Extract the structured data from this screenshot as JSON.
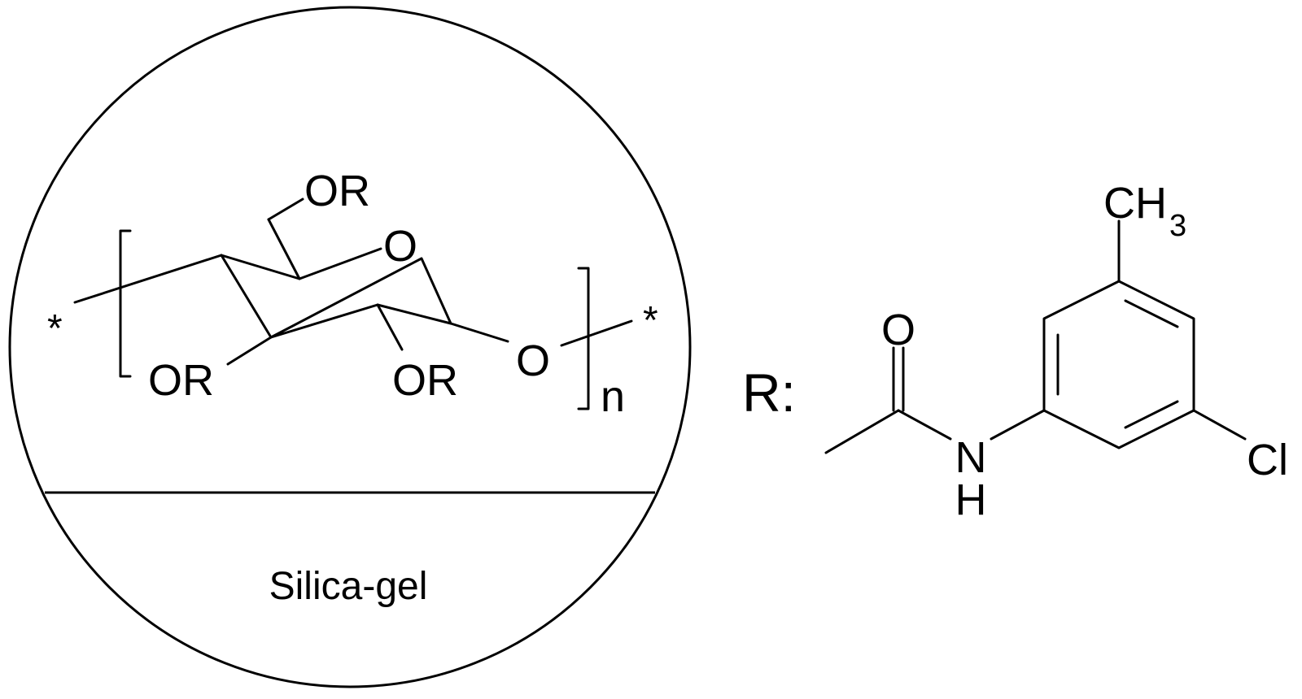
{
  "colors": {
    "stroke": "#000000",
    "background": "#ffffff"
  },
  "support": {
    "label": "Silica-gel"
  },
  "polymer": {
    "end_group": "*",
    "substituent": "OR",
    "ring_oxygen": "O",
    "linkage_oxygen": "O",
    "repeat_subscript": "n"
  },
  "r_group": {
    "label": "R:",
    "carbonyl_oxygen": "O",
    "amide_nitrogen": "N",
    "amide_hydrogen": "H",
    "methyl": "CH",
    "methyl_subscript": "3",
    "halogen": "Cl"
  }
}
